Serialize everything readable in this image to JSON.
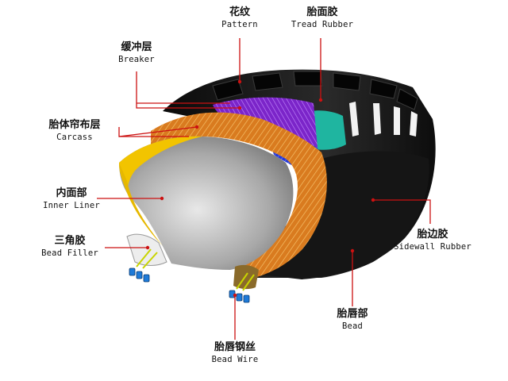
{
  "labels": {
    "pattern": {
      "zh": "花纹",
      "en": "Pattern"
    },
    "tread": {
      "zh": "胎面胶",
      "en": "Tread Rubber"
    },
    "breaker": {
      "zh": "缓冲层",
      "en": "Breaker"
    },
    "carcass": {
      "zh": "胎体帘布层",
      "en": "Carcass"
    },
    "inner": {
      "zh": "内面部",
      "en": "Inner Liner"
    },
    "filler": {
      "zh": "三角胶",
      "en": "Bead Filler"
    },
    "wire": {
      "zh": "胎唇钢丝",
      "en": "Bead Wire"
    },
    "bead": {
      "zh": "胎唇部",
      "en": "Bead"
    },
    "sidewall": {
      "zh": "胎边胶",
      "en": "Sidewall Rubber"
    }
  },
  "colors": {
    "leader": "#cc1111",
    "rubber": "#1a1a1a",
    "carcass": "#e08a2a",
    "breaker_purple": "#8a2be2",
    "breaker_blue": "#2a3ee0",
    "tread_teal": "#1fb5a0",
    "inner_liner": "#c9c9c9",
    "bead_wire": "#2a7ad6"
  }
}
